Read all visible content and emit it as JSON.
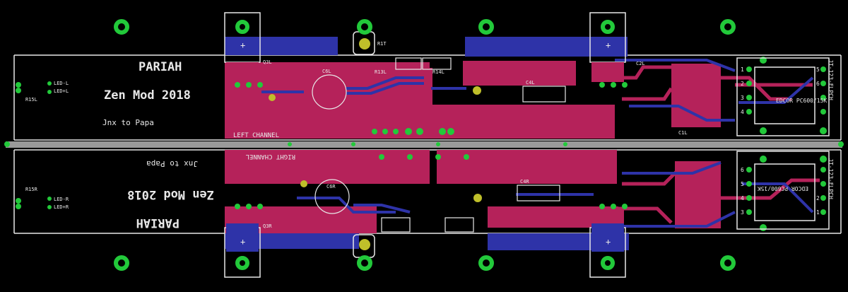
{
  "colors": {
    "background": "#000000",
    "top_copper": "#b5225a",
    "bottom_copper": "#2e33a8",
    "pad": "#22c93a",
    "silkscreen": "#e8e8e8",
    "via": "#bfbf2a"
  },
  "board": {
    "title_top": "PARIAH",
    "subtitle_top": "Zen Mod 2018",
    "credit_top": "Jnx to Papa",
    "title_bottom": "PARIAH",
    "subtitle_bottom": "Zen Mod 2018",
    "credit_bottom": "Jnx to Papa"
  },
  "channels": {
    "left": "LEFT CHANNEL",
    "right": "RIGHT CHANNEL"
  },
  "transformers": {
    "top_model": "EDCOR PC600/15K",
    "top_part": "JT-123-FLPCH",
    "bottom_model": "EDCOR PC600/15K",
    "bottom_part": "JT-123-FLPCH"
  },
  "part_labels": {
    "led_l": "LED-L",
    "led_pl": "LED+L",
    "r15l": "R15L",
    "led_r": "LED-R",
    "led_pr": "LED+R",
    "r15r": "R15R",
    "q3l": "Q3L",
    "q3r": "Q3R",
    "c6l": "C6L",
    "c6r": "C6R",
    "c4l": "C4L",
    "c4r": "C4R",
    "r1t": "R1T",
    "r13l": "R13L",
    "r14l": "R14L",
    "c2l": "C2L",
    "c1l": "C1L"
  },
  "pad_numbers": {
    "top": [
      "1",
      "2",
      "3",
      "4",
      "5",
      "6"
    ],
    "bottom": [
      "6",
      "5",
      "4",
      "3",
      "2",
      "1"
    ]
  },
  "pin_marks": [
    "+",
    "+",
    "+",
    "+"
  ]
}
